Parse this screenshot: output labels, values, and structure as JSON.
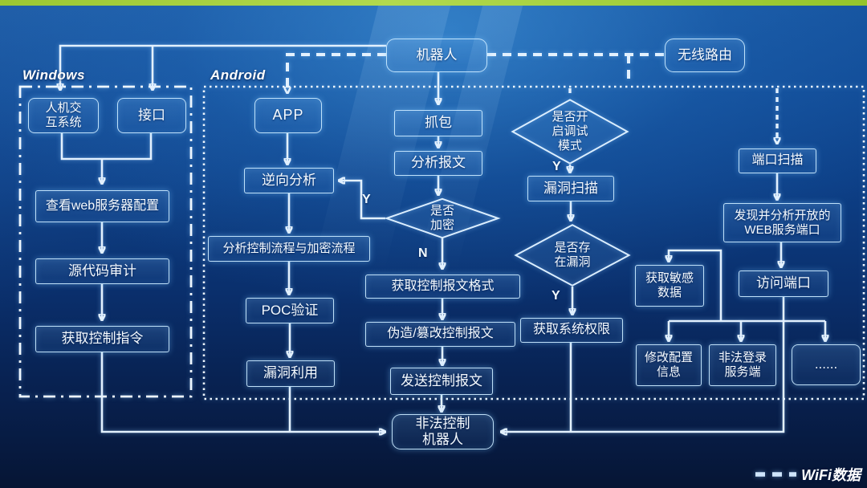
{
  "sections": {
    "windows": {
      "label": "Windows"
    },
    "android": {
      "label": "Android"
    }
  },
  "nodes": {
    "robot": {
      "label": "机器人"
    },
    "router": {
      "label": "无线路由"
    },
    "hmi": {
      "label": "人机交\n互系统"
    },
    "interface": {
      "label": "接口"
    },
    "web_config": {
      "label": "查看web服务器配置"
    },
    "source_audit": {
      "label": "源代码审计"
    },
    "get_control_cmd": {
      "label": "获取控制指令"
    },
    "app": {
      "label": "APP"
    },
    "packet_capture": {
      "label": "抓包"
    },
    "analyze_packet": {
      "label": "分析报文"
    },
    "reverse_analysis": {
      "label": "逆向分析"
    },
    "analyze_flow": {
      "label": "分析控制流程与加密流程"
    },
    "poc_verify": {
      "label": "POC验证"
    },
    "exploit": {
      "label": "漏洞利用"
    },
    "is_encrypted": {
      "label": "是否\n加密"
    },
    "get_packet_format": {
      "label": "获取控制报文格式"
    },
    "forge_packet": {
      "label": "伪造/篡改控制报文"
    },
    "send_packet": {
      "label": "发送控制报文"
    },
    "is_debug_mode": {
      "label": "是否开\n启调试\n模式"
    },
    "vuln_scan": {
      "label": "漏洞扫描"
    },
    "vuln_exists": {
      "label": "是否存\n在漏洞"
    },
    "get_system_priv": {
      "label": "获取系统权限"
    },
    "port_scan": {
      "label": "端口扫描"
    },
    "discover_web_ports": {
      "label": "发现并分析开放的\nWEB服务端口"
    },
    "access_port": {
      "label": "访问端口"
    },
    "get_sensitive_data": {
      "label": "获取敏感\n数据"
    },
    "modify_config": {
      "label": "修改配置\n信息"
    },
    "illegal_login": {
      "label": "非法登录\n服务端"
    },
    "ellipsis": {
      "label": "......"
    },
    "illegal_control": {
      "label": "非法控制\n机器人"
    }
  },
  "edge_labels": {
    "encrypted_yes": "Y",
    "encrypted_no": "N",
    "debug_yes": "Y",
    "vuln_yes": "Y"
  },
  "legend": {
    "wifi_label": "WiFi数据"
  },
  "colors": {
    "accent_green": "#a3cd38",
    "line": "#e3f1ff",
    "box_border": "#c8e9ff",
    "bg_top": "#16539e",
    "bg_bottom": "#061534"
  }
}
